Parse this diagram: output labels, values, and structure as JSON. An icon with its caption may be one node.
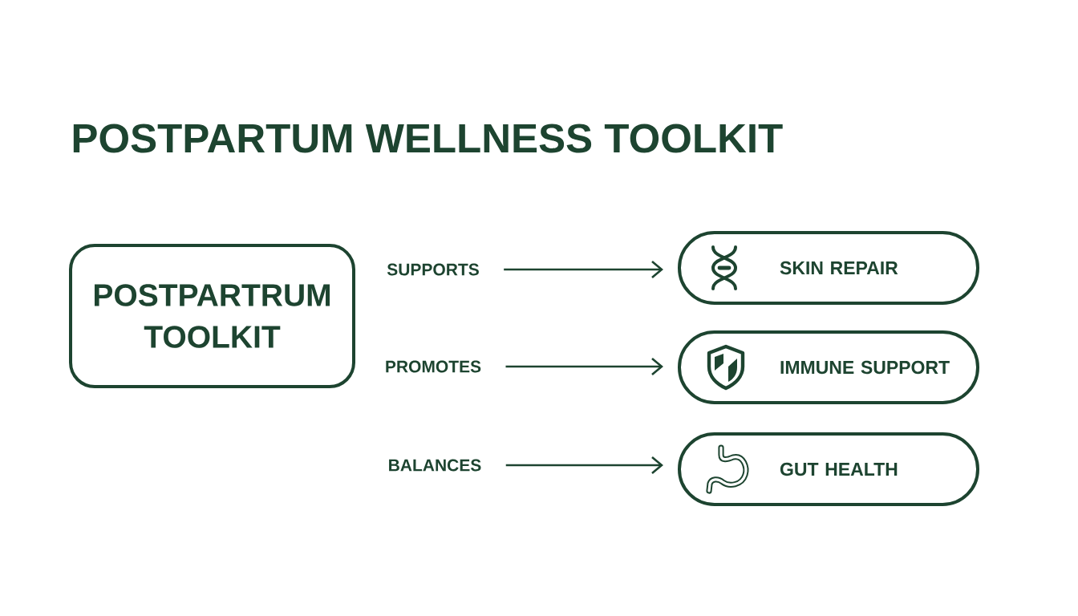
{
  "diagram": {
    "title": "POSTPARTUM WELLNESS TOOLKIT",
    "nodes": [
      {
        "text": [
          "POSTPARTRUM TOOLKIT"
        ]
      },
      {
        "text": [
          "SUPPORTS"
        ]
      },
      {
        "text": [
          "SKIN REPAIR"
        ]
      },
      {
        "text": [
          "PROMOTES"
        ]
      },
      {
        "text": [
          "IMMUNE SUPPORT"
        ]
      },
      {
        "text": [
          "BALANCES"
        ]
      },
      {
        "text": [
          "GUT HEALTH"
        ]
      }
    ],
    "edges": [
      {
        "from": 1,
        "to": 2,
        "arrow": "to"
      },
      {
        "from": 3,
        "to": 4,
        "arrow": "to"
      },
      {
        "from": 5,
        "to": 6,
        "arrow": "to"
      }
    ]
  }
}
